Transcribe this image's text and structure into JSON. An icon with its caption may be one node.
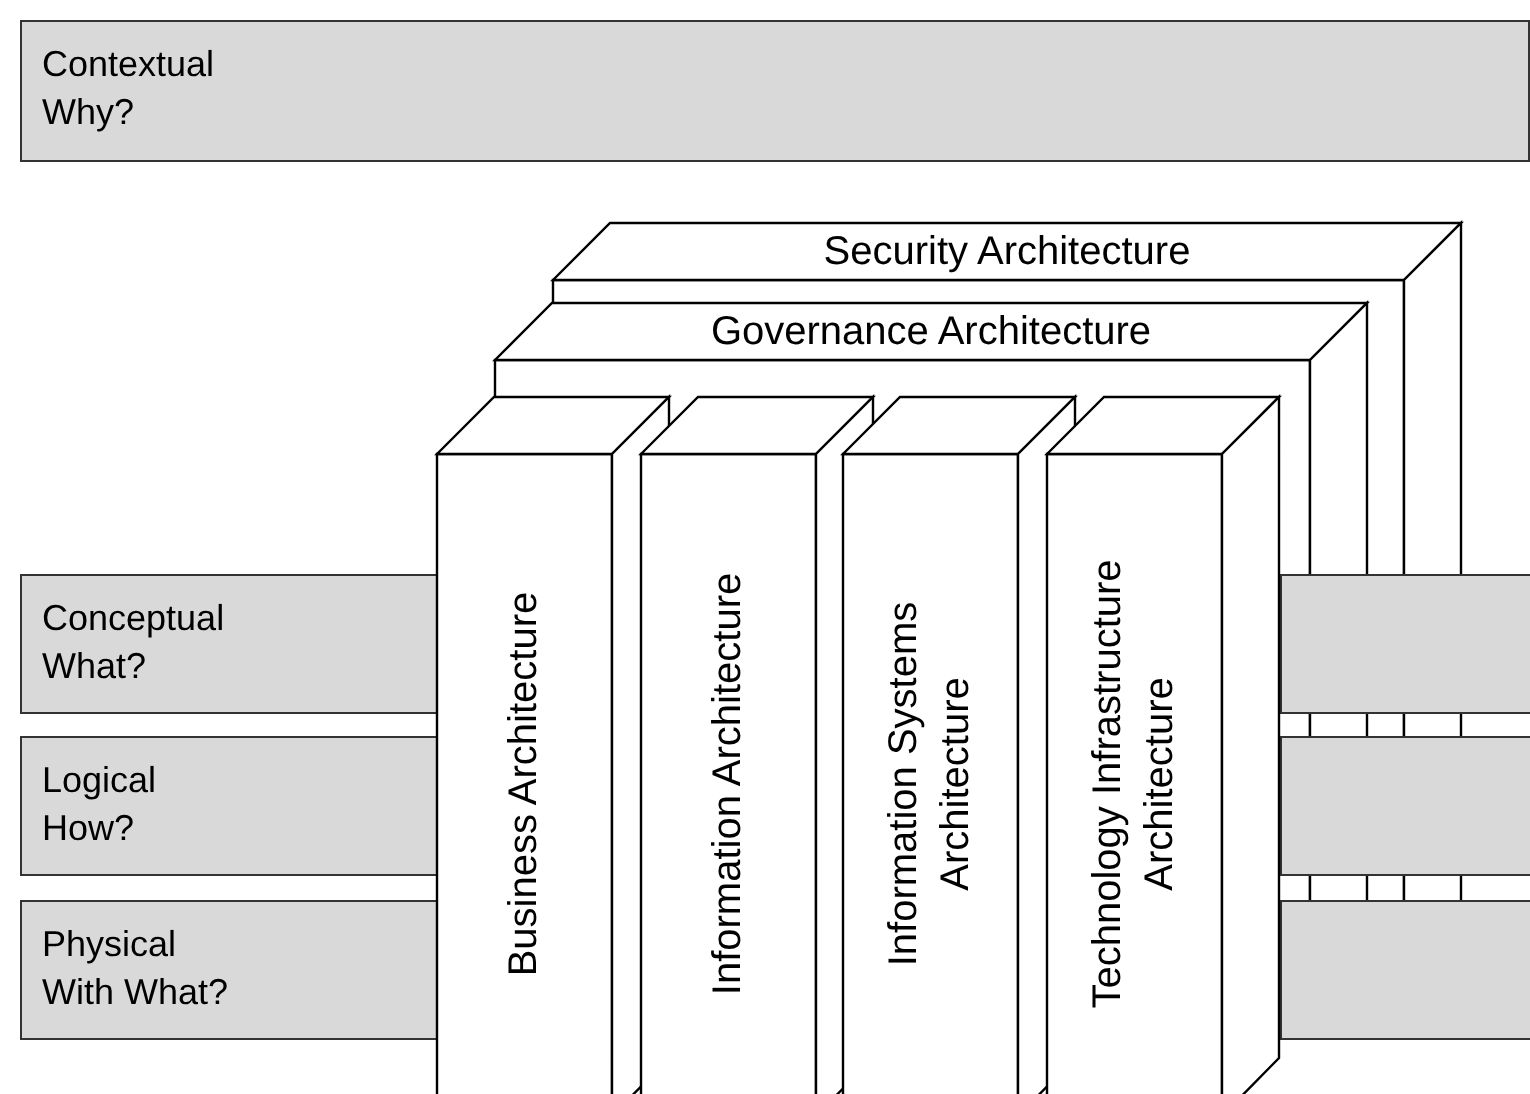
{
  "diagram": {
    "nodes": [
      {
        "text": [
          "Contextual",
          "Why?"
        ]
      },
      {
        "text": [
          "Security Architecture"
        ]
      },
      {
        "text": [
          "Governance Architecture"
        ],
        "in": 1
      },
      {
        "text": [
          "Conceptual",
          "What?"
        ]
      },
      {
        "text": [],
        "shape": "box"
      },
      {
        "text": [
          "Logical",
          "How?"
        ]
      },
      {
        "text": [],
        "shape": "box"
      },
      {
        "text": [
          "Physical",
          "With What?"
        ]
      },
      {
        "text": [],
        "shape": "box"
      },
      {
        "text": [
          "Business Architecture"
        ]
      },
      {
        "text": [
          "Information Architecture"
        ]
      },
      {
        "text": [
          "Information Systems Architecture"
        ]
      },
      {
        "text": [
          "Technology Infrastructure Architecture"
        ]
      }
    ]
  }
}
